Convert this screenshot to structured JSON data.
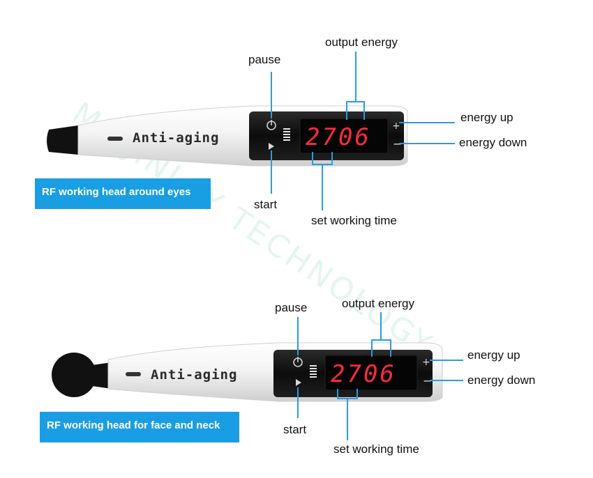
{
  "watermark": "MEIJINLAY TECHNOLOGY",
  "colors": {
    "callout_bg": "#1a9ee3",
    "leader_line": "#2b9be0",
    "display_digits": "#ff2a3a",
    "pen_body": "#f2f2f2",
    "control_panel": "#111111"
  },
  "devices": [
    {
      "brand_text": "Anti-aging",
      "display_value": "2706",
      "caption": "RF working head around eyes",
      "labels": {
        "pause": "pause",
        "start": "start",
        "output_energy": "output energy",
        "set_working_time": "set working time",
        "energy_up": "energy up",
        "energy_down": "energy down"
      },
      "icons": {
        "pause": "power-icon",
        "start": "play-icon",
        "energy_up": "plus-icon",
        "energy_down": "minus-icon",
        "head": "eye-head-icon"
      }
    },
    {
      "brand_text": "Anti-aging",
      "display_value": "2706",
      "caption": "RF working head for face and neck",
      "labels": {
        "pause": "pause",
        "start": "start",
        "output_energy": "output energy",
        "set_working_time": "set working time",
        "energy_up": "energy up",
        "energy_down": "energy down"
      },
      "icons": {
        "pause": "power-icon",
        "start": "play-icon",
        "energy_up": "plus-icon",
        "energy_down": "minus-icon",
        "head": "round-head-icon"
      }
    }
  ]
}
